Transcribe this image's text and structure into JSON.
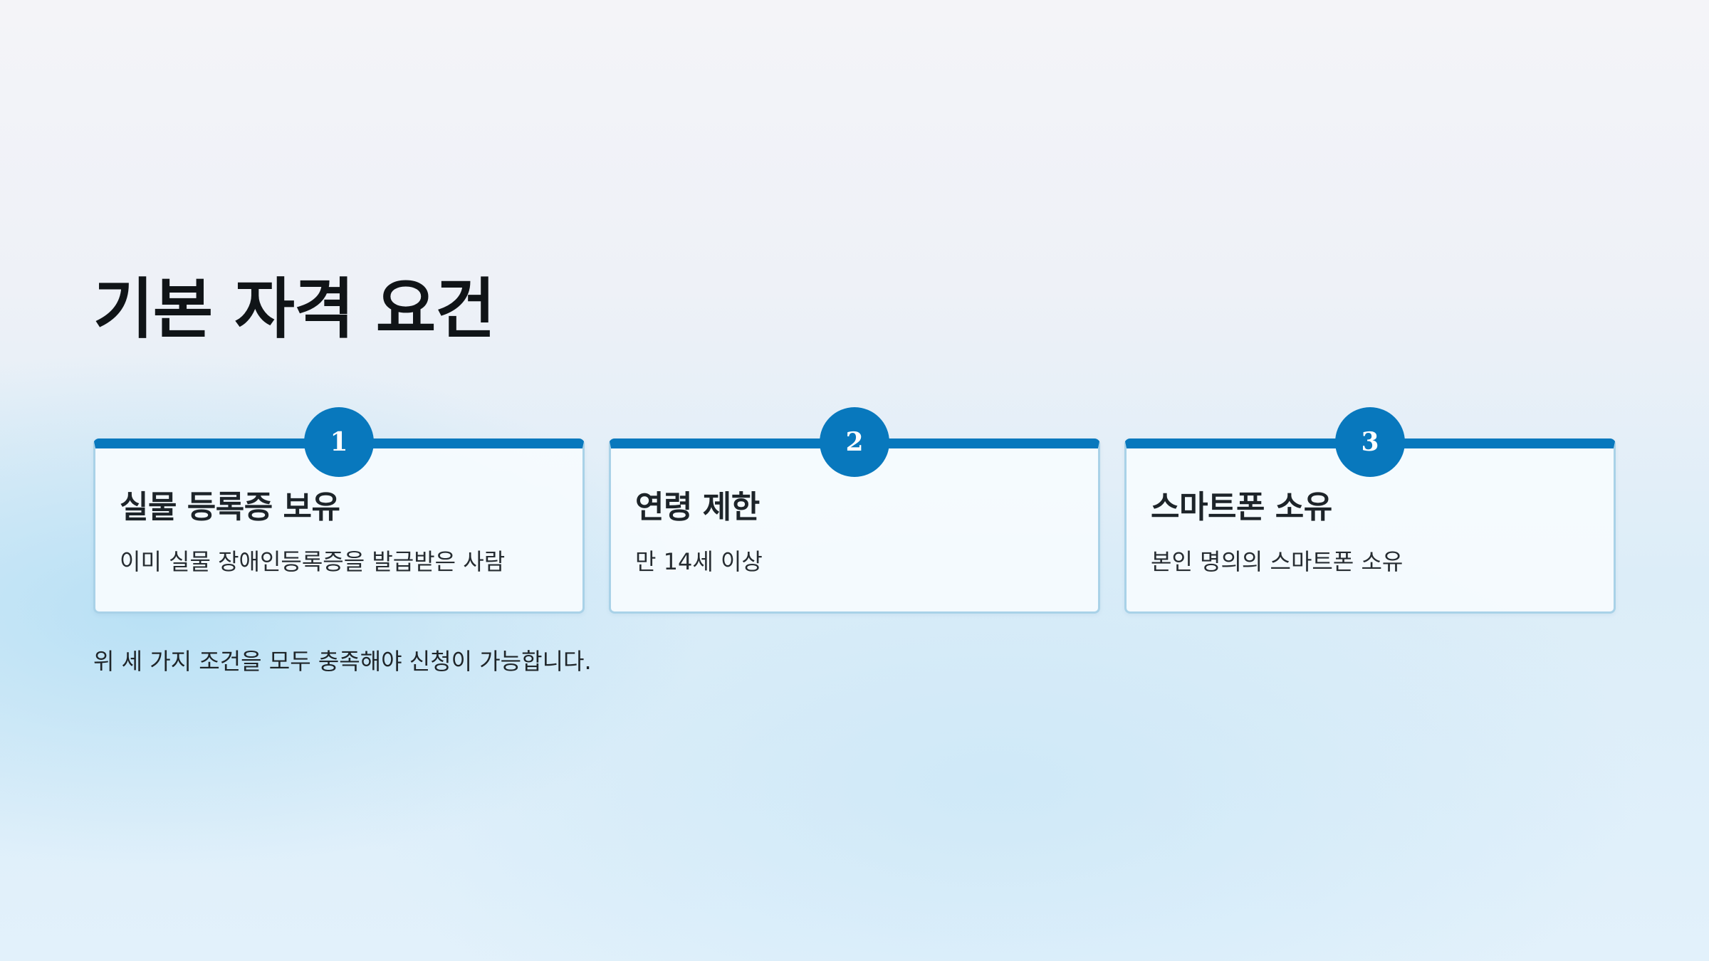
{
  "title": "기본 자격 요건",
  "requirements": [
    {
      "number": "1",
      "title": "실물 등록증 보유",
      "description": "이미 실물 장애인등록증을 발급받은 사람"
    },
    {
      "number": "2",
      "title": "연령 제한",
      "description": "만 14세 이상"
    },
    {
      "number": "3",
      "title": "스마트폰 소유",
      "description": "본인 명의의 스마트폰 소유"
    }
  ],
  "footnote": "위 세 가지 조건을 모두 충족해야 신청이 가능합니다.",
  "colors": {
    "accent": "#0878bd",
    "card_border": "#a9d2e8",
    "card_background": "#f6fbfe"
  }
}
